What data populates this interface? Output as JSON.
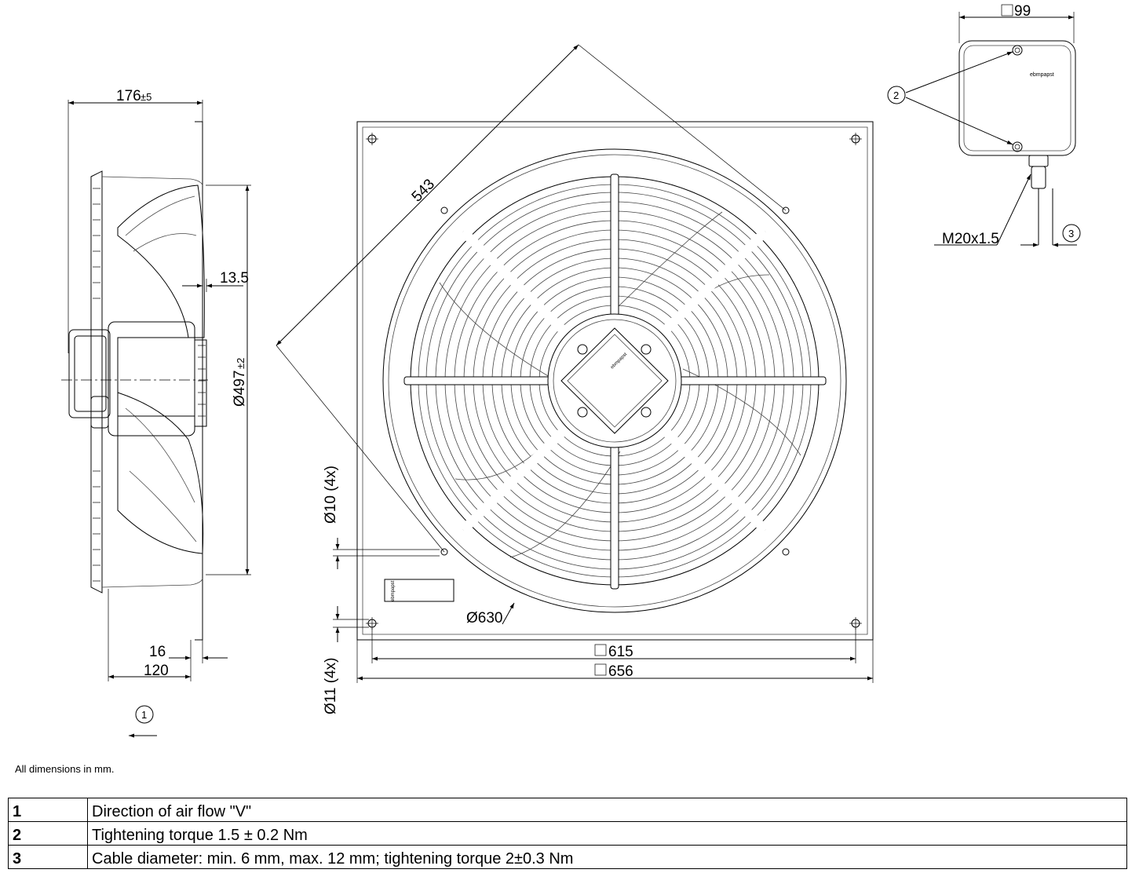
{
  "dimensions": {
    "side_depth": "176",
    "side_depth_tol": "±5",
    "hub_offset": "13.5",
    "fan_diameter": "Ø497",
    "fan_diameter_tol": "±2",
    "bottom_16": "16",
    "bottom_120": "120",
    "diagonal": "543",
    "hole_d10": "Ø10 (4x)",
    "hole_d11": "Ø11 (4x)",
    "ring_diameter": "Ø630",
    "square_615": "615",
    "square_656": "656",
    "box_99": "99",
    "cable_thread": "M20x1.5"
  },
  "callouts": {
    "c1": "1",
    "c2": "2",
    "c3": "3"
  },
  "brand_marks": {
    "box": "ebmpapst",
    "motor": "ebmpapst",
    "plate": "ebmpapst"
  },
  "note": "All dimensions in mm.",
  "legend": [
    {
      "num": "1",
      "text": "Direction of air flow \"V\""
    },
    {
      "num": "2",
      "text": "Tightening torque 1.5 ± 0.2 Nm"
    },
    {
      "num": "3",
      "text": "Cable diameter: min. 6 mm, max. 12 mm; tightening torque 2±0.3 Nm"
    }
  ]
}
